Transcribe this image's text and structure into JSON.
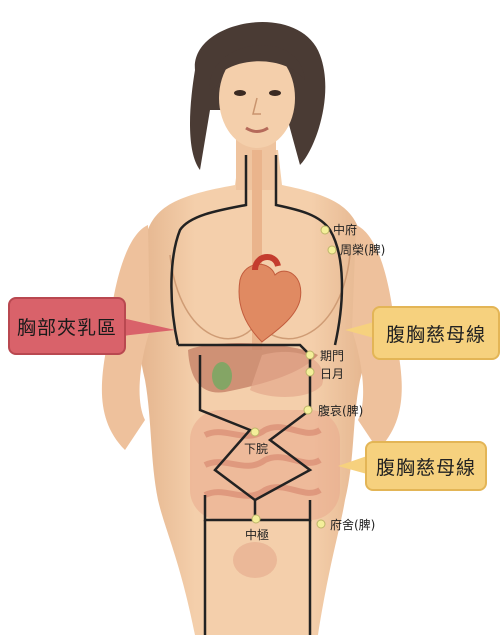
{
  "callouts": {
    "chest_region": "胸部夾乳區",
    "abdomen_chest_line_upper": "腹胸慈母線",
    "abdomen_chest_line_lower": "腹胸慈母線"
  },
  "points": {
    "zhongfu": "中府",
    "zhourong": "周榮(脾)",
    "qimen": "期門",
    "riyue": "日月",
    "fuai": "腹哀(脾)",
    "xiawan": "下脘",
    "fushe": "府舍(脾)",
    "zhongji": "中極"
  },
  "colors": {
    "skin": "#f2cba6",
    "skin_shadow": "#dfae86",
    "hair": "#4a3b34",
    "meridian_line": "#222222",
    "acupoint_fill": "#f4ef9a",
    "red_callout": "#d9626a",
    "gold_callout": "#f6d17e"
  }
}
